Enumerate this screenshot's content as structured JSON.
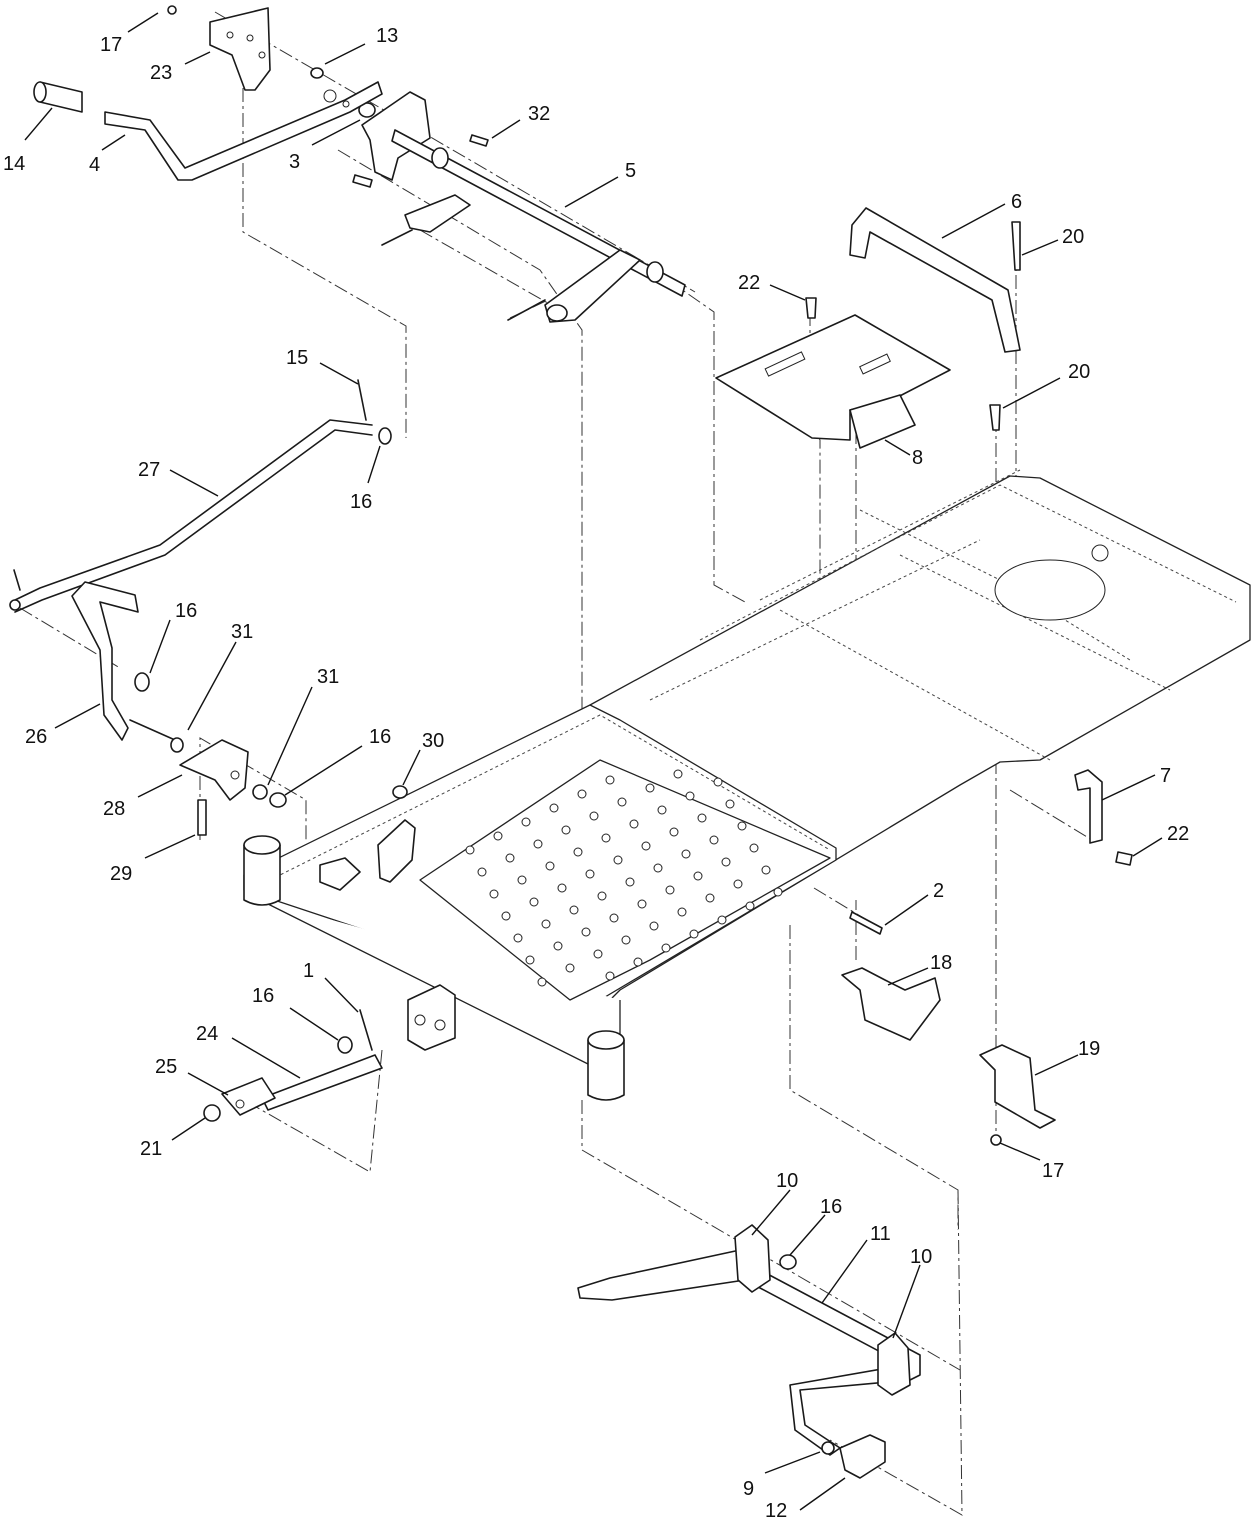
{
  "callouts": [
    {
      "id": "c17a",
      "label": "17"
    },
    {
      "id": "c13",
      "label": "13"
    },
    {
      "id": "c23",
      "label": "23"
    },
    {
      "id": "c14",
      "label": "14"
    },
    {
      "id": "c4",
      "label": "4"
    },
    {
      "id": "c3",
      "label": "3"
    },
    {
      "id": "c32",
      "label": "32"
    },
    {
      "id": "c5",
      "label": "5"
    },
    {
      "id": "c6",
      "label": "6"
    },
    {
      "id": "c20a",
      "label": "20"
    },
    {
      "id": "c22a",
      "label": "22"
    },
    {
      "id": "c20b",
      "label": "20"
    },
    {
      "id": "c15",
      "label": "15"
    },
    {
      "id": "c8",
      "label": "8"
    },
    {
      "id": "c27",
      "label": "27"
    },
    {
      "id": "c16a",
      "label": "16"
    },
    {
      "id": "c16b",
      "label": "16"
    },
    {
      "id": "c31a",
      "label": "31"
    },
    {
      "id": "c31b",
      "label": "31"
    },
    {
      "id": "c26",
      "label": "26"
    },
    {
      "id": "c16c",
      "label": "16"
    },
    {
      "id": "c30",
      "label": "30"
    },
    {
      "id": "c7",
      "label": "7"
    },
    {
      "id": "c28",
      "label": "28"
    },
    {
      "id": "c22b",
      "label": "22"
    },
    {
      "id": "c29",
      "label": "29"
    },
    {
      "id": "c2",
      "label": "2"
    },
    {
      "id": "c1",
      "label": "1"
    },
    {
      "id": "c18",
      "label": "18"
    },
    {
      "id": "c16d",
      "label": "16"
    },
    {
      "id": "c24",
      "label": "24"
    },
    {
      "id": "c19",
      "label": "19"
    },
    {
      "id": "c25",
      "label": "25"
    },
    {
      "id": "c21",
      "label": "21"
    },
    {
      "id": "c17b",
      "label": "17"
    },
    {
      "id": "c10a",
      "label": "10"
    },
    {
      "id": "c16e",
      "label": "16"
    },
    {
      "id": "c11",
      "label": "11"
    },
    {
      "id": "c10b",
      "label": "10"
    },
    {
      "id": "c9",
      "label": "9"
    },
    {
      "id": "c12",
      "label": "12"
    }
  ]
}
